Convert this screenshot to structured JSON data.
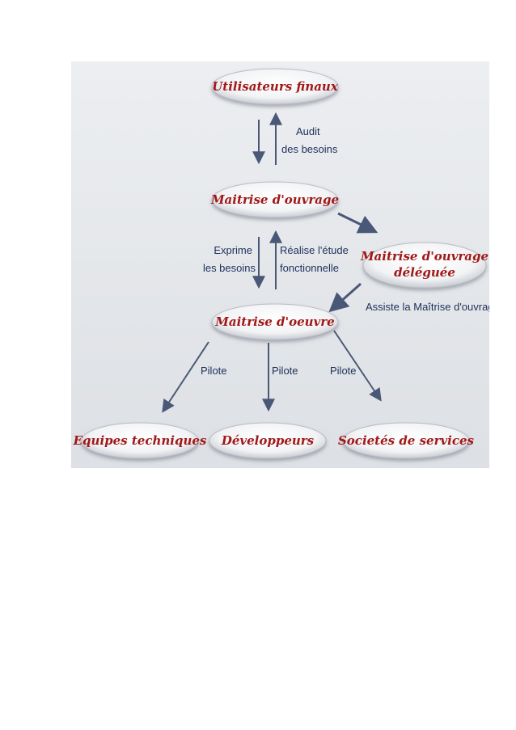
{
  "nodes": {
    "utilisateurs": "Utilisateurs finaux",
    "moa": "Maitrise d'ouvrage",
    "moa_deleguee_line1": "Maitrise d'ouvrage",
    "moa_deleguee_line2": "déléguée",
    "moe": "Maitrise d'oeuvre",
    "equipes": "Equipes techniques",
    "developpeurs": "Développeurs",
    "societes": "Societés de services"
  },
  "edges": {
    "audit_line1": "Audit",
    "audit_line2": "des besoins",
    "exprime_line1": "Exprime",
    "exprime_line2": "les besoins",
    "realise_line1": "Réalise l'étude",
    "realise_line2": "fonctionnelle",
    "assiste": "Assiste la Maîtrise d'ouvrage",
    "pilote_left": "Pilote",
    "pilote_center": "Pilote",
    "pilote_right": "Pilote"
  },
  "colors": {
    "background": "#e6e8eb",
    "node_text": "#a01818",
    "edge_label": "#1e2f5a",
    "arrow": "#4a5878"
  }
}
